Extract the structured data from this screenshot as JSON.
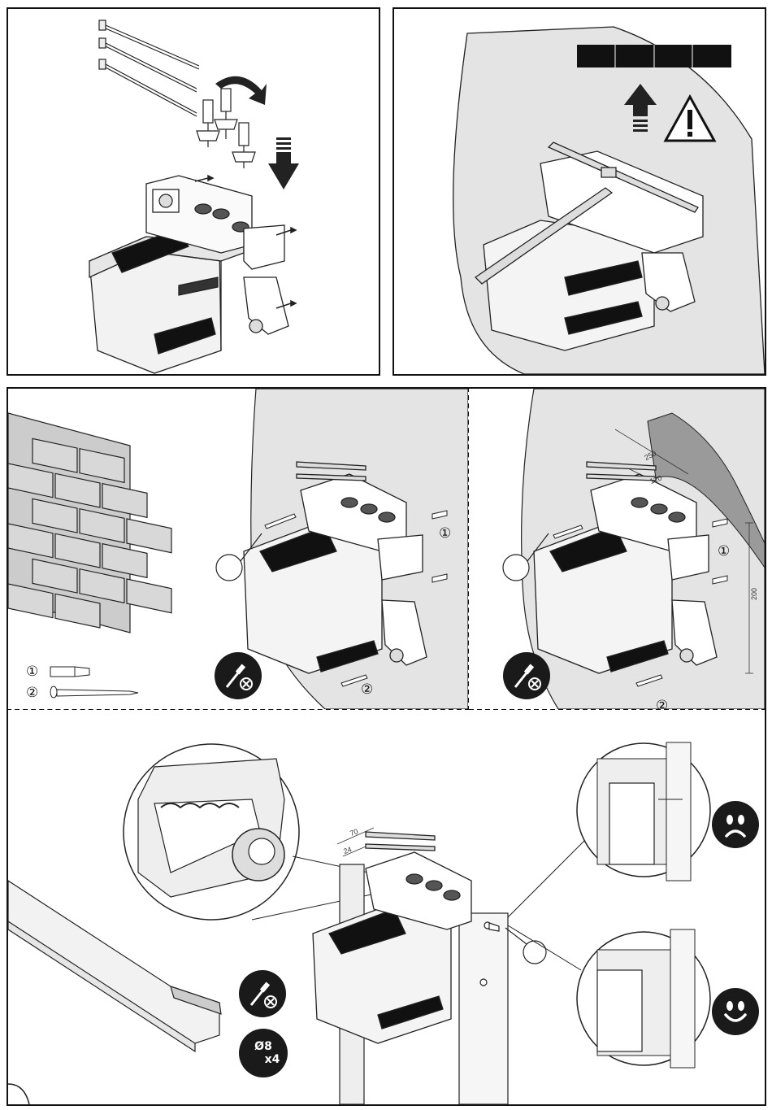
{
  "step1": {
    "arrow": "rotate-arrow-icon",
    "push": "push-down-arrow-icon"
  },
  "step2": {
    "warning": "warning-triangle-icon",
    "up": "up-arrow-icon"
  },
  "step3": {
    "legend": [
      {
        "num": "①",
        "item": "wall-plug"
      },
      {
        "num": "②",
        "item": "wood-screw"
      }
    ],
    "callout_1": "①",
    "callout_2": "②",
    "tool_icon": "no-screwdriver-icon"
  },
  "step4": {
    "dimensions": [
      "250",
      "120",
      "200"
    ],
    "callout_1": "①",
    "callout_2": "②",
    "tool_icon": "no-screwdriver-icon"
  },
  "step5": {
    "dimensions": [
      "70",
      "24"
    ],
    "drill_size": "Ø8",
    "screw_count": "x4",
    "wrong": "sad-face-icon",
    "right": "happy-face-icon"
  }
}
